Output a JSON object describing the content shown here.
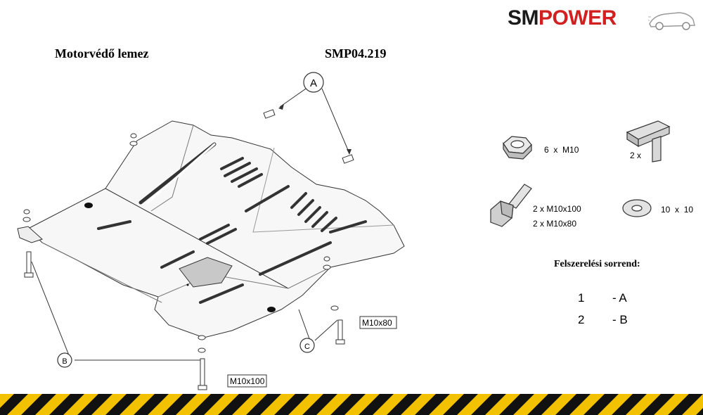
{
  "header": {
    "brand_part1": "SM",
    "brand_part2": "POWER",
    "title": "Motorvédő lemez",
    "code": "SMP04.219"
  },
  "callouts": {
    "a": "A",
    "b": "B",
    "c": "C",
    "bolt_long": "M10x100",
    "bolt_short": "M10x80"
  },
  "parts": {
    "nut_count": "6",
    "nut_size": "M10",
    "clip_count": "2 x",
    "bolt1": "2 x  M10x100",
    "bolt2": "2 x  M10x80",
    "washer_count": "10",
    "washer_size": "10"
  },
  "order": {
    "title": "Felszerelési sorrend:",
    "rows": [
      {
        "step": "1",
        "label": "- A"
      },
      {
        "step": "2",
        "label": "- B"
      }
    ]
  },
  "colors": {
    "brand_red": "#d21f1f",
    "hazard_yellow": "#f2c200",
    "hazard_black": "#111111"
  }
}
